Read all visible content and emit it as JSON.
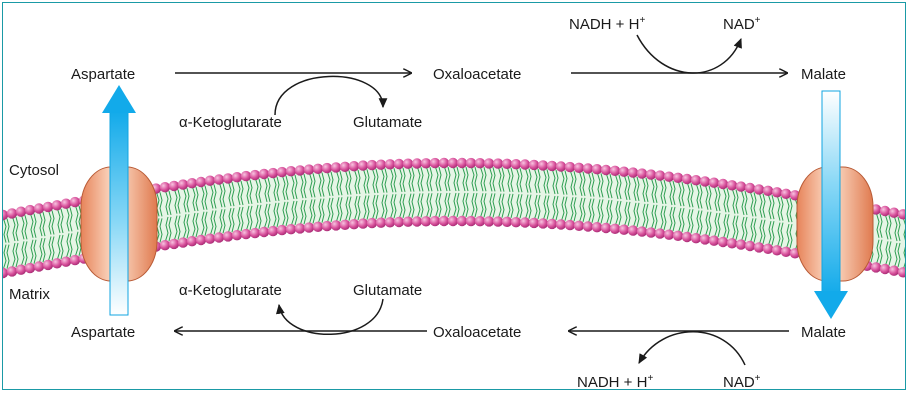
{
  "colors": {
    "frame": "#1a9aa6",
    "lipid_head": "#d64a97",
    "lipid_head_highlight": "#f4b3d6",
    "lipid_tail": "#3aa85a",
    "membrane_core": "#dff2e0",
    "transporter": "#f0a880",
    "transporter_highlight": "#fde0cc",
    "flow_arrow": "#1bb0ee",
    "reaction_arrow": "#1a1a1a"
  },
  "compartments": {
    "top": "Cytosol",
    "bottom": "Matrix"
  },
  "cytosol": {
    "aspartate": "Aspartate",
    "oxaloacetate": "Oxaloacetate",
    "malate": "Malate",
    "ketoglutarate": "α-Ketoglutarate",
    "glutamate": "Glutamate",
    "nadh_main": "NADH + H",
    "nadh_sup": "+",
    "nad_main": "NAD",
    "nad_sup": "+"
  },
  "matrix": {
    "aspartate": "Aspartate",
    "oxaloacetate": "Oxaloacetate",
    "malate": "Malate",
    "ketoglutarate": "α-Ketoglutarate",
    "glutamate": "Glutamate",
    "nadh_main": "NADH + H",
    "nadh_sup": "+",
    "nad_main": "NAD",
    "nad_sup": "+"
  },
  "icons": {
    "transporter_left": "aspartate-transporter-icon",
    "transporter_right": "malate-transporter-icon"
  }
}
